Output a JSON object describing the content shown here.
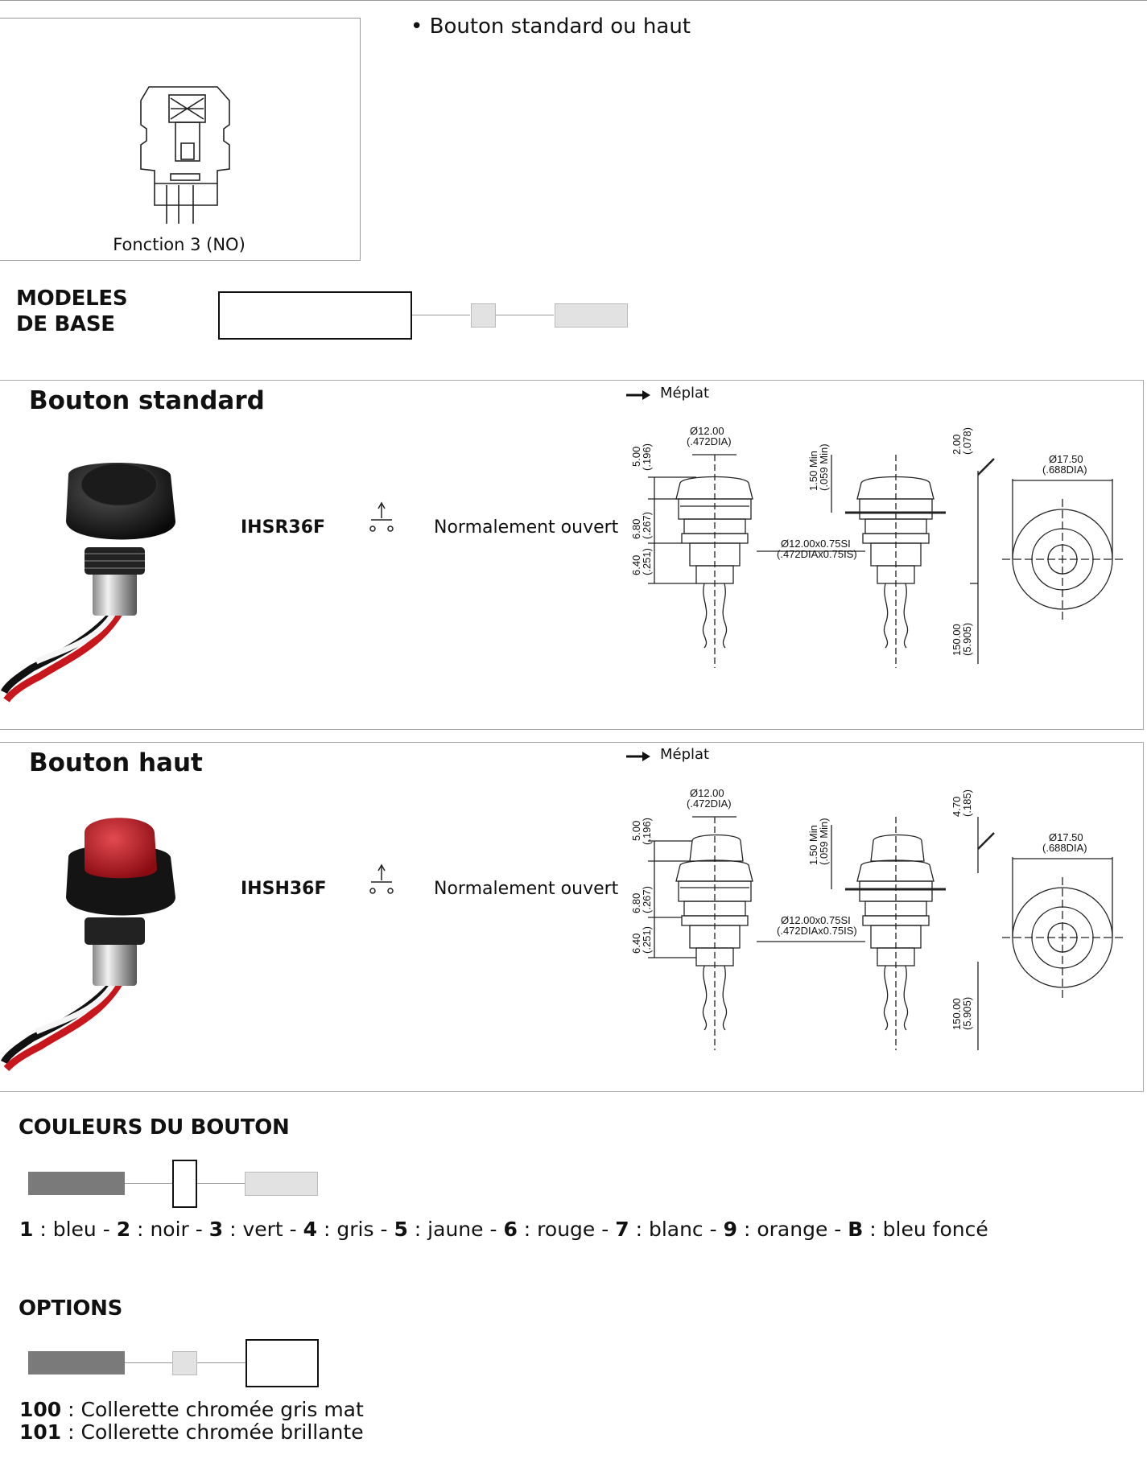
{
  "function_diagram": {
    "label": "Fonction 3 (NO)"
  },
  "bullet": {
    "mark": "•",
    "text": "Bouton standard ou haut"
  },
  "base_models": {
    "heading_line1": "MODELES",
    "heading_line2": "DE BASE"
  },
  "products": [
    {
      "title": "Bouton standard",
      "code": "IHSR36F",
      "description": "Normalement ouvert",
      "meplat_label": "Méplat",
      "button_color": "#1e1e1e",
      "dims": {
        "dia_top": "Ø12.00",
        "dia_top_in": "(.472DIA)",
        "h1": "5.00",
        "h1_in": "(.196)",
        "h2": "6.80",
        "h2_in": "(.267)",
        "h3": "6.40",
        "h3_in": "(.251)",
        "panel_min": "1.50 Min",
        "panel_min_in": "(.059 Min)",
        "thread": "Ø12.00x0.75SI",
        "thread_in": "(.472DIAx0.75IS)",
        "cap_h": "2.00",
        "cap_h_in": "(.078)",
        "wire": "150.00",
        "wire_in": "(5.905)",
        "dia_bezel": "Ø17.50",
        "dia_bezel_in": "(.688DIA)"
      }
    },
    {
      "title": "Bouton haut",
      "code": "IHSH36F",
      "description": "Normalement ouvert",
      "meplat_label": "Méplat",
      "button_color": "#b3141c",
      "dims": {
        "dia_top": "Ø12.00",
        "dia_top_in": "(.472DIA)",
        "h1": "5.00",
        "h1_in": "(.196)",
        "h2": "6.80",
        "h2_in": "(.267)",
        "h3": "6.40",
        "h3_in": "(.251)",
        "panel_min": "1.50 Min",
        "panel_min_in": "(.059 Min)",
        "thread": "Ø12.00x0.75SI",
        "thread_in": "(.472DIAx0.75IS)",
        "cap_h": "4.70",
        "cap_h_in": "(.185)",
        "wire": "150.00",
        "wire_in": "(5.905)",
        "dia_bezel": "Ø17.50",
        "dia_bezel_in": "(.688DIA)"
      }
    }
  ],
  "colors_section": {
    "heading": "COULEURS DU BOUTON",
    "items": [
      {
        "code": "1",
        "name": "bleu"
      },
      {
        "code": "2",
        "name": "noir"
      },
      {
        "code": "3",
        "name": "vert"
      },
      {
        "code": "4",
        "name": "gris"
      },
      {
        "code": "5",
        "name": "jaune"
      },
      {
        "code": "6",
        "name": "rouge"
      },
      {
        "code": "7",
        "name": "blanc"
      },
      {
        "code": "9",
        "name": "orange"
      },
      {
        "code": "B",
        "name": "bleu foncé"
      }
    ]
  },
  "options_section": {
    "heading": "OPTIONS",
    "items": [
      {
        "code": "100",
        "name": "Collerette chromée gris mat"
      },
      {
        "code": "101",
        "name": "Collerette chromée brillante"
      }
    ]
  }
}
